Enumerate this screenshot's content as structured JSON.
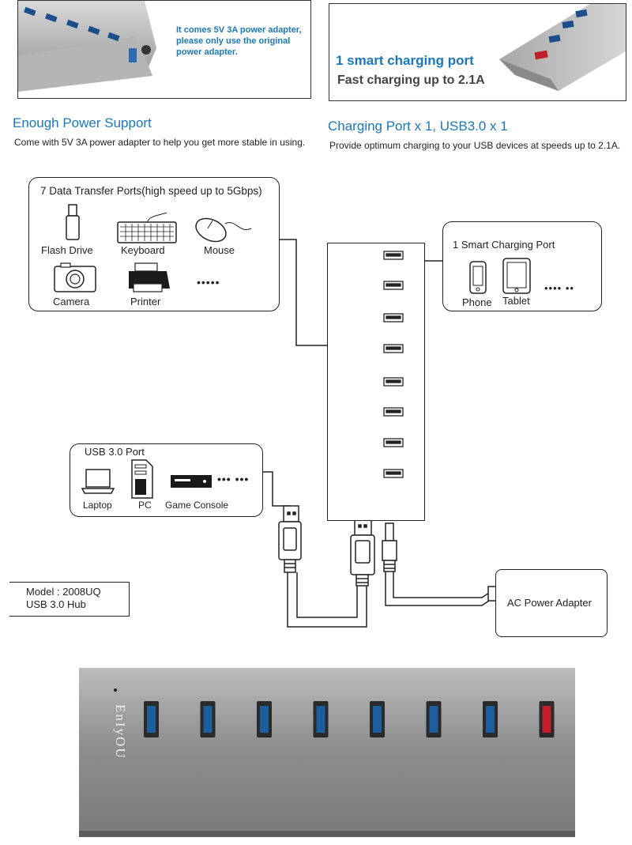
{
  "top_left_panel": {
    "note": "It comes 5V 3A power adapter, please only use the original power adapter.",
    "heading": "Enough Power Support",
    "description": "Come with 5V 3A power adapter to help you get more stable in using."
  },
  "top_right_panel": {
    "title": "1 smart charging port",
    "subtitle": "Fast charging up to 2.1A",
    "heading": "Charging Port x 1, USB3.0 x 1",
    "description": "Provide optimum charging to your USB devices at speeds up to 2.1A."
  },
  "data_ports_box": {
    "title": "7 Data Transfer Ports(high speed up to 5Gbps)",
    "devices": [
      "Flash Drive",
      "Keyboard",
      "Mouse",
      "Camera",
      "Printer"
    ],
    "more": "•••••"
  },
  "charging_box": {
    "title": "1 Smart Charging Port",
    "devices": [
      "Phone",
      "Tablet"
    ],
    "more": "•••• ••"
  },
  "usb_port_box": {
    "title": "USB 3.0 Port",
    "devices": [
      "Laptop",
      "PC",
      "Game Console"
    ],
    "more": "••• •••"
  },
  "model_box": {
    "model": "Model : 2008UQ",
    "type": "USB 3.0 Hub"
  },
  "power_adapter": {
    "label": "AC Power Adapter"
  },
  "product_photo": {
    "brand": "EnIyOU",
    "port_colors": [
      "#1c5f9c",
      "#1c5f9c",
      "#1c5f9c",
      "#1c5f9c",
      "#1c5f9c",
      "#1c5f9c",
      "#1c5f9c",
      "#c01f2c"
    ]
  }
}
